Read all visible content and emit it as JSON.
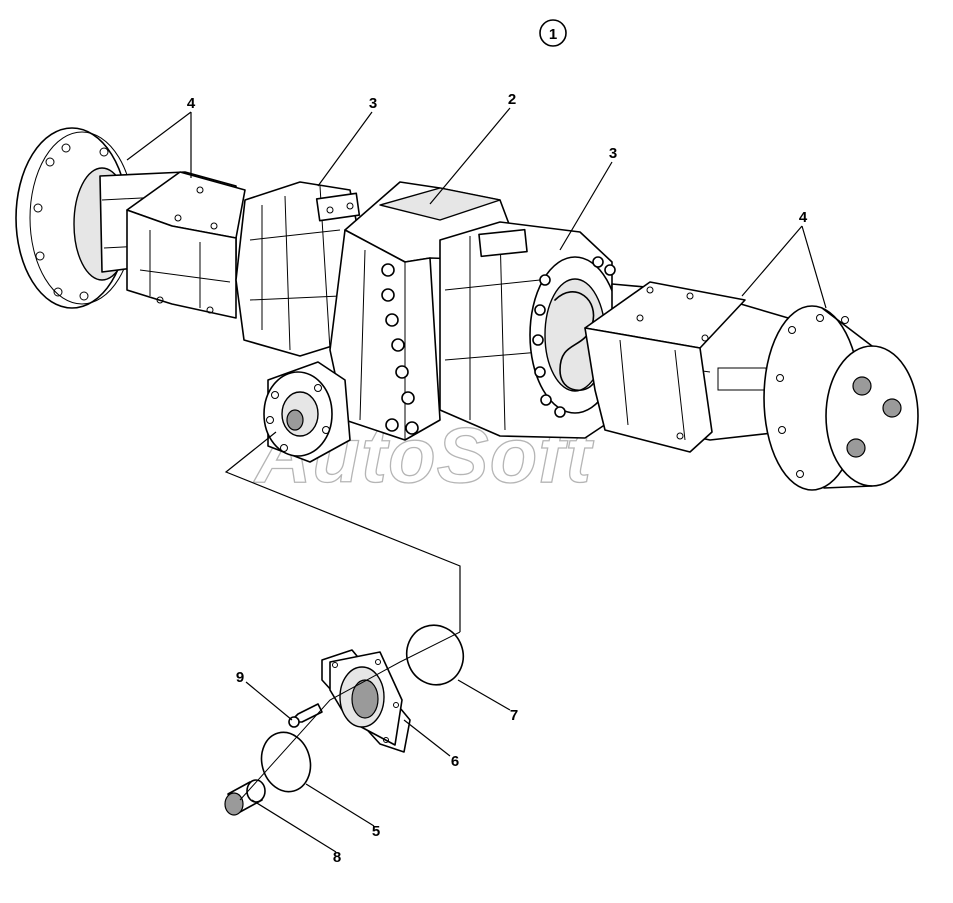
{
  "diagram": {
    "assembly_marker": "1",
    "watermark": "AutoSoft",
    "callouts": [
      {
        "id": "c2",
        "label": "2"
      },
      {
        "id": "c3a",
        "label": "3"
      },
      {
        "id": "c3b",
        "label": "3"
      },
      {
        "id": "c4a",
        "label": "4"
      },
      {
        "id": "c4b",
        "label": "4"
      },
      {
        "id": "c5",
        "label": "5"
      },
      {
        "id": "c6",
        "label": "6"
      },
      {
        "id": "c7",
        "label": "7"
      },
      {
        "id": "c8",
        "label": "8"
      },
      {
        "id": "c9",
        "label": "9"
      }
    ]
  }
}
